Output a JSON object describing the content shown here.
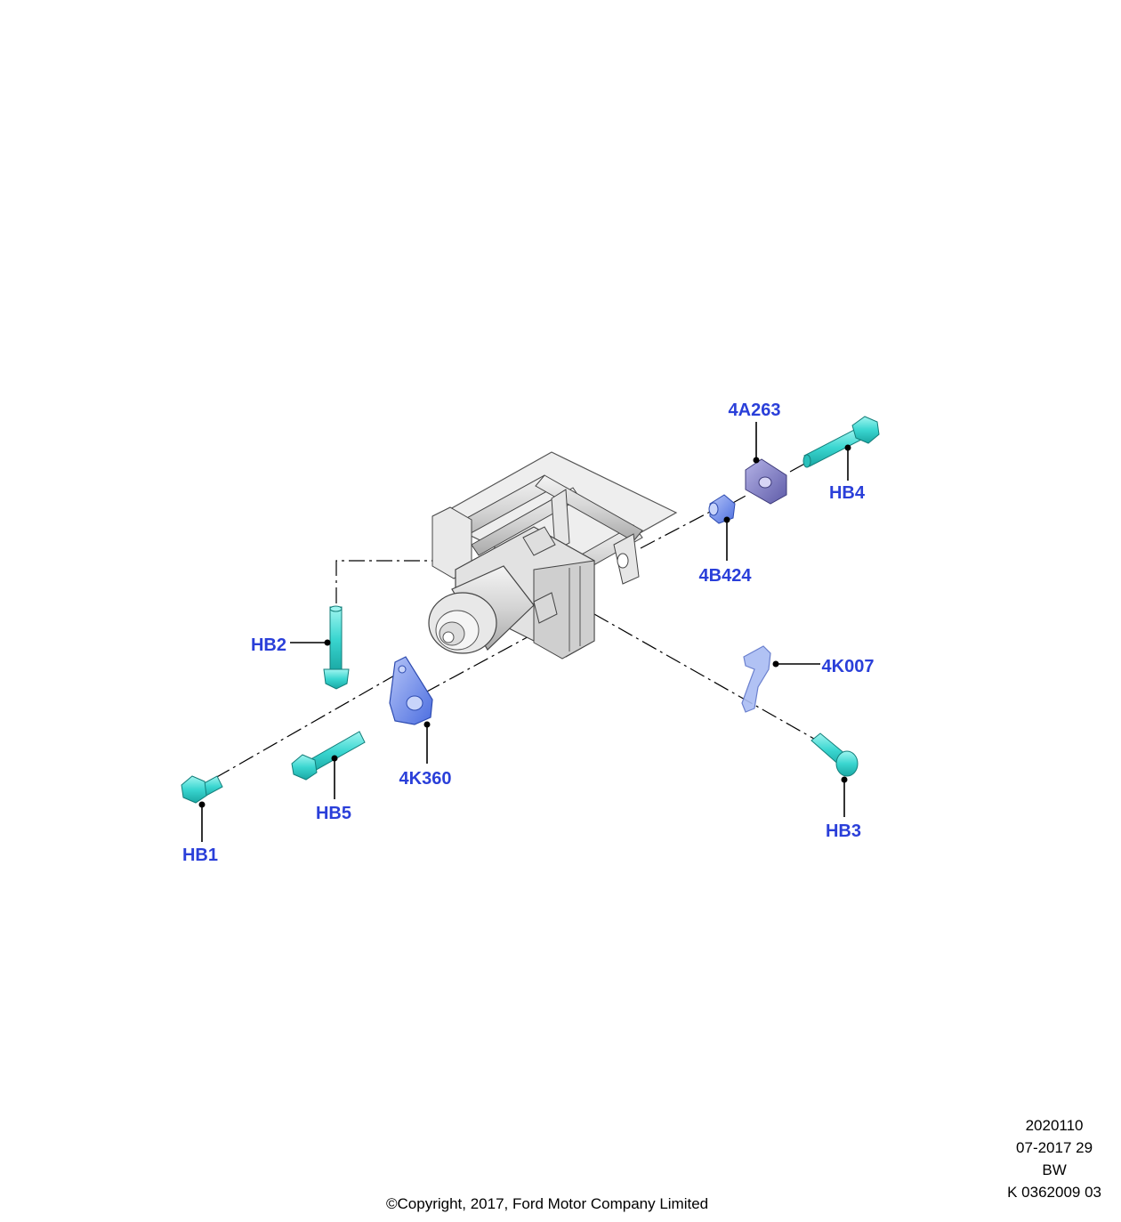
{
  "callouts": {
    "a263": "4A263",
    "b424": "4B424",
    "hb4": "HB4",
    "hb2": "HB2",
    "k007": "4K007",
    "k360": "4K360",
    "hb5": "HB5",
    "hb1": "HB1",
    "hb3": "HB3"
  },
  "reference": {
    "line1": "2020110",
    "line2": "07-2017 29",
    "line3": "BW",
    "line4": "K 0362009 03"
  },
  "copyright": "©Copyright, 2017, Ford Motor Company Limited",
  "colors": {
    "callout_text": "#2a3fd9",
    "bolt": "#3ad6d0",
    "bracket": "#5b7ee8",
    "bushing": "#6f84ee",
    "mount_block": "#7b78c8",
    "clip": "#8fa6ec",
    "housing": "#d8d8d8"
  }
}
